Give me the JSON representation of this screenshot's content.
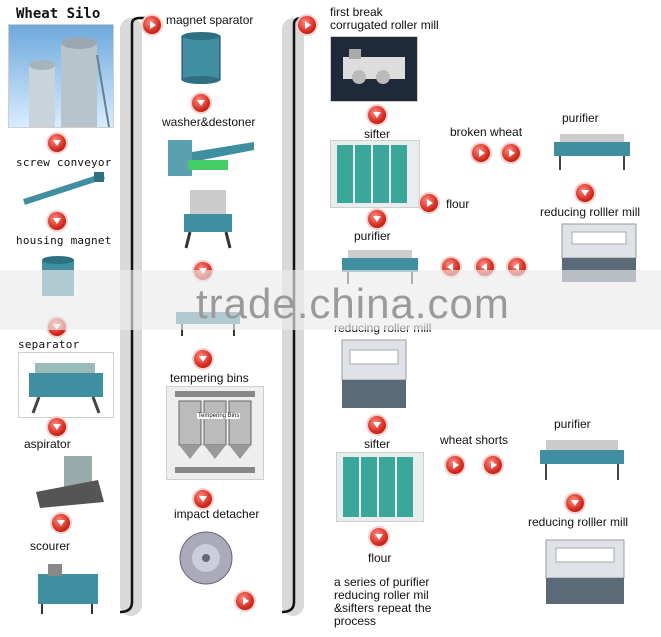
{
  "title": "Wheat Silo",
  "watermark": "trade.china.com",
  "col1": {
    "screw_conveyor": "screw conveyor",
    "housing_magnet": "housing magnet",
    "separator": "separator",
    "aspirator": "aspirator",
    "scourer": "scourer"
  },
  "col2": {
    "magnet_separator": "magnet sparator",
    "washer_destoner": "washer&destoner",
    "tempering_bins": "tempering bins",
    "tempering_bins_inner": "Tempering Bins",
    "impact_detacher": "impact detacher"
  },
  "col3": {
    "first_break_1": "first break",
    "first_break_2": "corrugated roller mill",
    "sifter_1": "sifter",
    "flour_1": "flour",
    "purifier_1": "purifier",
    "reducing_roller_mill_mid": "reducing roller mill",
    "sifter_2": "sifter",
    "flour_2": "flour",
    "series_1": "a series of purifier",
    "series_2": "reducing roller mil",
    "series_3": "&sifters repeat the",
    "series_4": "process"
  },
  "col4": {
    "broken_wheat": "broken wheat",
    "purifier_top": "purifier",
    "reducing_roller_mill_top": "reducing rolller mill",
    "wheat_shorts": "wheat shorts",
    "purifier_bottom": "purifier",
    "reducing_roller_mill_bottom": "reducing rolller mill"
  },
  "colors": {
    "arrow": "#d42a1e",
    "machine_blue": "#3f8fa0",
    "machine_gray": "#dfe3e8"
  }
}
